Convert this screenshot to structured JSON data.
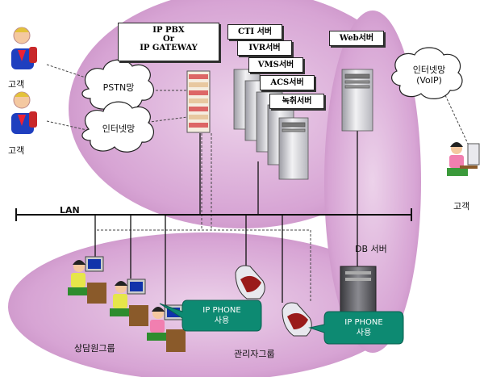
{
  "customers": {
    "left_top": "고객",
    "left_bottom": "고객",
    "right": "고객"
  },
  "clouds": {
    "pstn": "PSTN망",
    "internet_left": "인터넷망",
    "internet_right_line1": "인터넷망",
    "internet_right_line2": "(VoIP)"
  },
  "pbx_box": {
    "line1": "IP PBX",
    "line2": "Or",
    "line3": "IP GATEWAY"
  },
  "servers": [
    "CTI 서버",
    "IVR서버",
    "VMS서버",
    "ACS서버",
    "녹취서버"
  ],
  "web_server": "Web서버",
  "lan": "LAN",
  "db_server": "DB 서버",
  "ip_phone": {
    "line1": "IP PHONE",
    "line2": "사용"
  },
  "groups": {
    "agents": "상담원그룹",
    "managers": "관리자그룹"
  },
  "colors": {
    "region": "#ddb0dc",
    "cloud": "#ffffff",
    "phone_bubble": "#0d8a72",
    "line": "#111111"
  }
}
